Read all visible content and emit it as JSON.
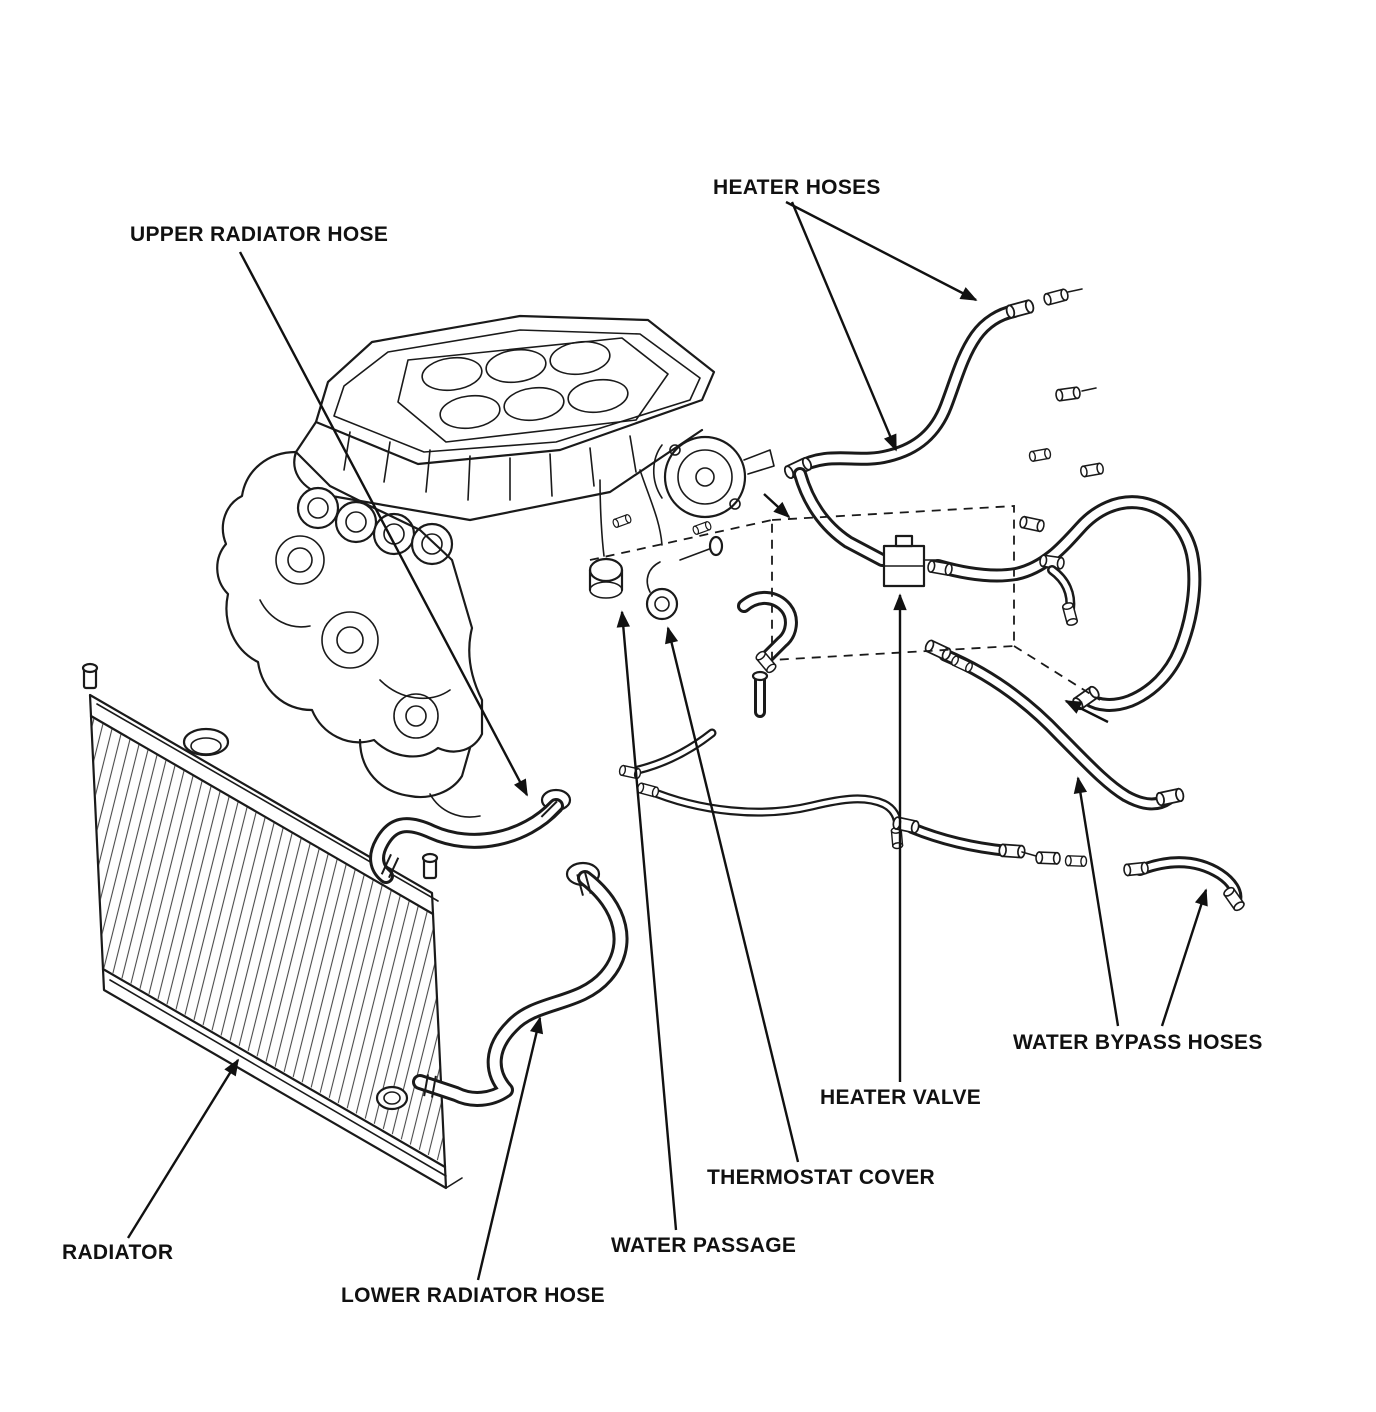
{
  "diagram": {
    "labels": {
      "heater_hoses": "HEATER HOSES",
      "upper_radiator_hose": "UPPER RADIATOR HOSE",
      "water_bypass_hoses": "WATER BYPASS HOSES",
      "heater_valve": "HEATER VALVE",
      "thermostat_cover": "THERMOSTAT COVER",
      "water_passage": "WATER PASSAGE",
      "lower_radiator_hose": "LOWER RADIATOR HOSE",
      "radiator": "RADIATOR"
    },
    "colors": {
      "line_color": "#1a1a1a",
      "background": "#ffffff"
    }
  }
}
